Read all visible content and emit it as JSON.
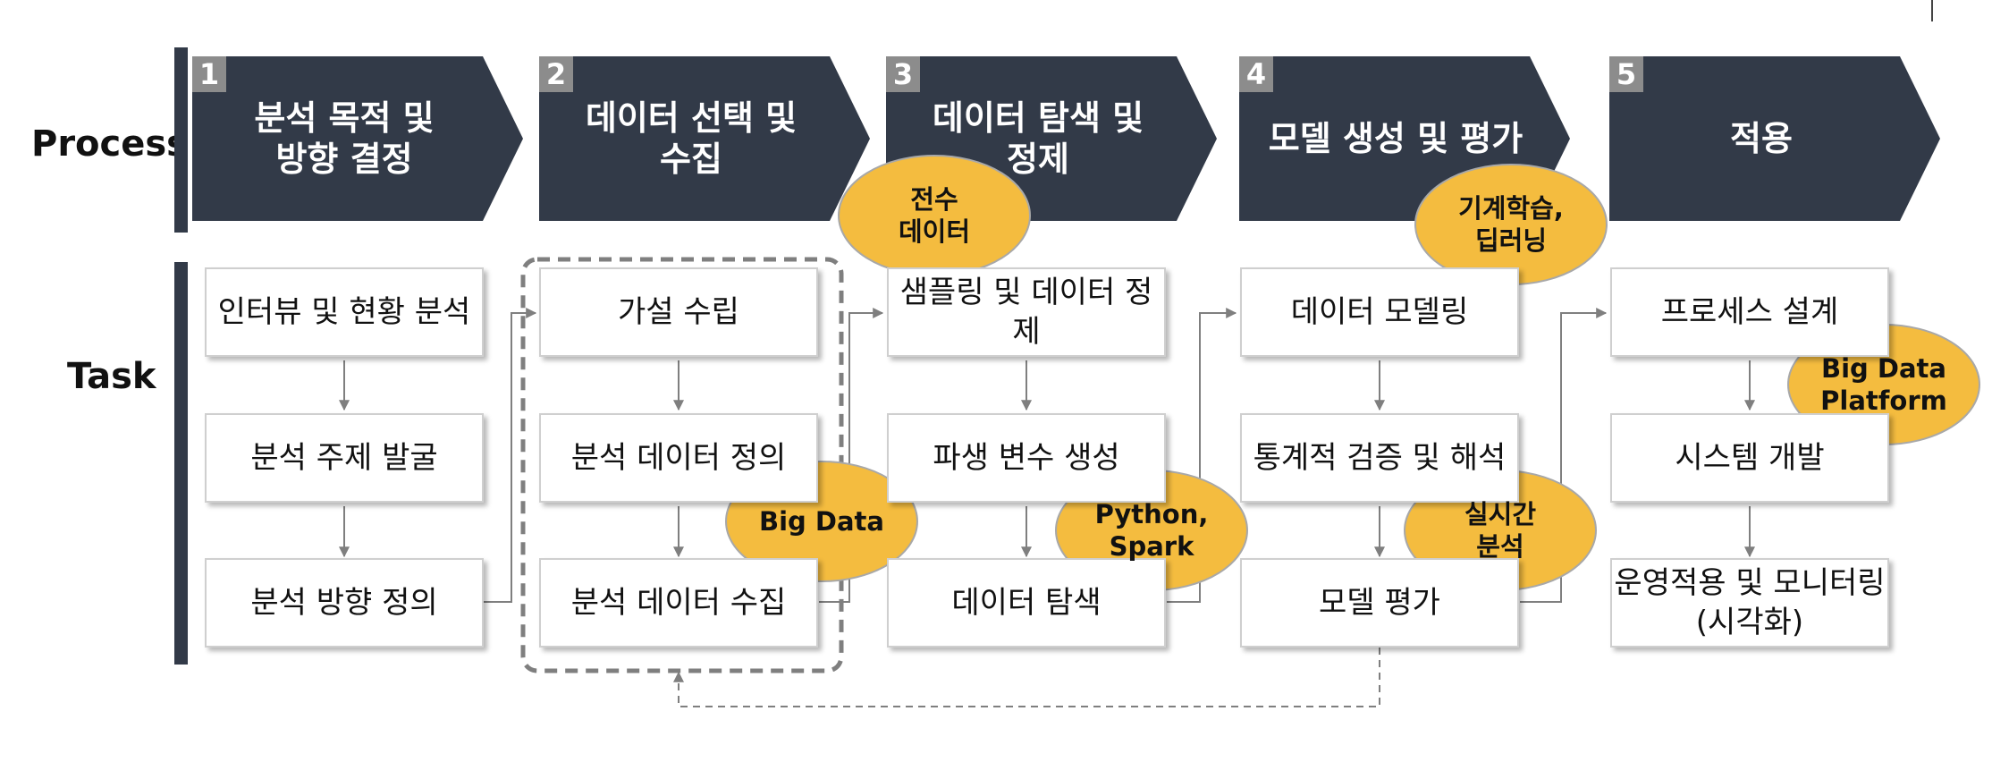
{
  "row_labels": {
    "process": "Process",
    "task": "Task"
  },
  "phases": [
    {
      "number": "1",
      "title": "분석 목적 및\n방향 결정"
    },
    {
      "number": "2",
      "title": "데이터 선택 및\n수집"
    },
    {
      "number": "3",
      "title": "데이터 탐색 및\n정제"
    },
    {
      "number": "4",
      "title": "모델 생성 및 평가"
    },
    {
      "number": "5",
      "title": "적용"
    }
  ],
  "tasks": [
    [
      "인터뷰 및 현황 분석",
      "분석 주제 발굴",
      "분석 방향 정의"
    ],
    [
      "가설 수립",
      "분석 데이터 정의",
      "분석 데이터 수집"
    ],
    [
      "샘플링 및 데이터 정제",
      "파생 변수 생성",
      "데이터 탐색"
    ],
    [
      "데이터 모델링",
      "통계적 검증 및 해석",
      "모델 평가"
    ],
    [
      "프로세스 설계",
      "시스템 개발",
      "운영적용 및 모니터링\n(시각화)"
    ]
  ],
  "callouts": [
    {
      "text": "전수\n데이터"
    },
    {
      "text": "Big Data"
    },
    {
      "text": "Python,\nSpark"
    },
    {
      "text": "기계학습,\n딥러닝"
    },
    {
      "text": "실시간\n분석"
    },
    {
      "text": "Big Data\nPlatform"
    }
  ],
  "colors": {
    "chevron": "#323a48",
    "number_badge": "#8c8c8c",
    "callout": "#f4bc3f",
    "arrow": "#7f7f7f"
  }
}
